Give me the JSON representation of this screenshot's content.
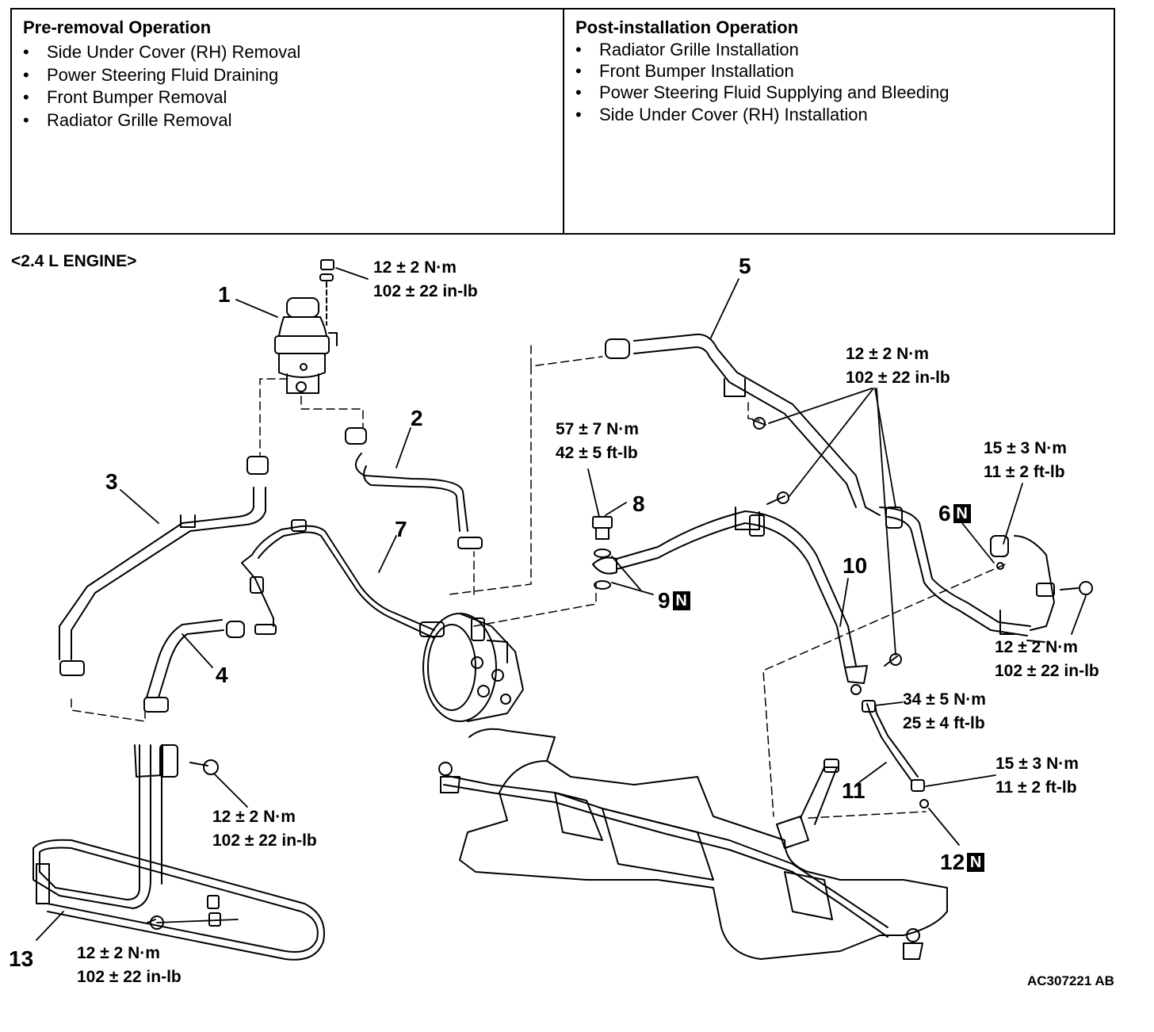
{
  "pre_removal": {
    "title": "Pre-removal Operation",
    "items": [
      "Side Under Cover (RH) Removal",
      "Power Steering Fluid Draining",
      "Front Bumper Removal",
      "Radiator Grille Removal"
    ]
  },
  "post_installation": {
    "title": "Post-installation Operation",
    "items": [
      "Radiator Grille Installation",
      "Front Bumper Installation",
      "Power Steering Fluid Supplying and Bleeding",
      "Side Under Cover (RH) Installation"
    ]
  },
  "bullet": "•",
  "engine_label": "<2.4 L ENGINE>",
  "part_numbers": {
    "p1": "1",
    "p2": "2",
    "p3": "3",
    "p4": "4",
    "p5": "5",
    "p6": "6",
    "p7": "7",
    "p8": "8",
    "p9": "9",
    "p10": "10",
    "p11": "11",
    "p12": "12",
    "p13": "13"
  },
  "new_part_mark": "N",
  "torques": {
    "t12_2": {
      "metric": "12 ± 2 N·m",
      "imperial": "102 ± 22 in-lb"
    },
    "t57_7": {
      "metric": "57 ± 7 N·m",
      "imperial": "42 ± 5 ft-lb"
    },
    "t15_3": {
      "metric": "15 ± 3 N·m",
      "imperial": "11 ± 2 ft-lb"
    },
    "t34_5": {
      "metric": "34 ± 5 N·m",
      "imperial": "25 ± 4 ft-lb"
    }
  },
  "figure_code": "AC307221 AB"
}
